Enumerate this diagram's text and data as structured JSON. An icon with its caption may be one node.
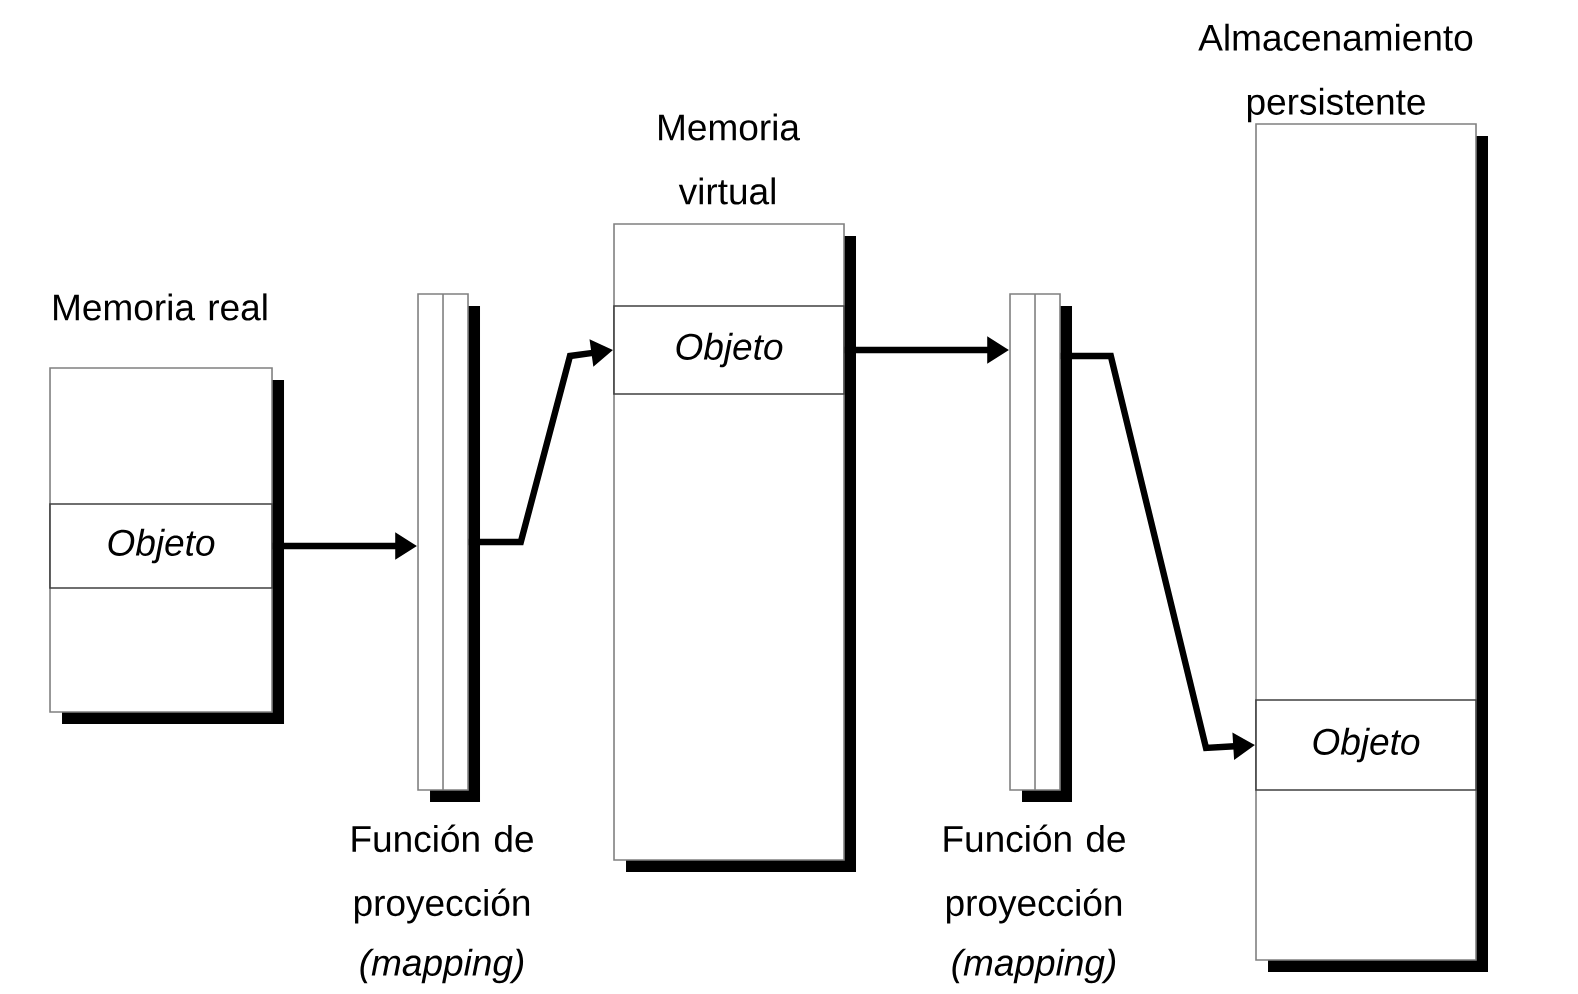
{
  "diagram": {
    "nodes": [
      {
        "text": [
          "Memoria real"
        ]
      },
      {
        "text": [
          "Objeto"
        ],
        "in": 0
      },
      {
        "text": [
          "Función de proyección",
          "(mapping)"
        ]
      },
      {
        "text": [
          "Memoria virtual"
        ]
      },
      {
        "text": [
          "Objeto"
        ],
        "in": 3
      },
      {
        "text": [
          "Función de proyección",
          "(mapping)"
        ]
      },
      {
        "text": [
          "Almacenamiento persistente"
        ]
      },
      {
        "text": [
          "Objeto"
        ],
        "in": 6
      }
    ],
    "edges": [
      {
        "from": 1,
        "to": 2,
        "arrow": "to"
      },
      {
        "from": 2,
        "to": 4,
        "arrow": "to"
      },
      {
        "from": 4,
        "to": 5,
        "arrow": "to"
      },
      {
        "from": 5,
        "to": 7,
        "arrow": "to"
      }
    ]
  }
}
